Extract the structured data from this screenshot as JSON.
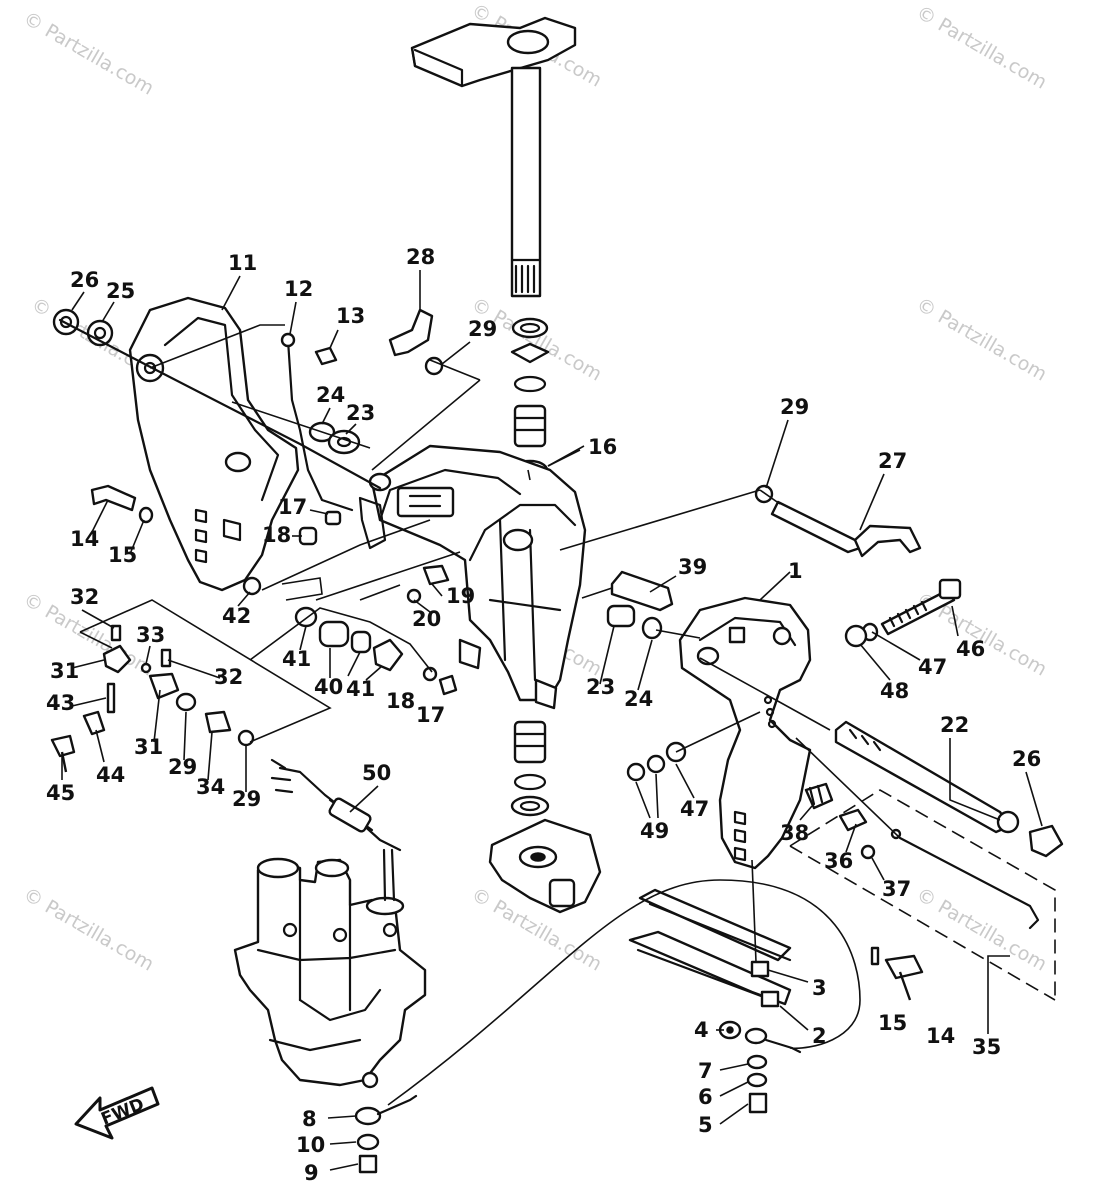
{
  "diagram": {
    "watermark_text": "© Partzilla.com",
    "direction_label": "FWD",
    "callouts": [
      {
        "id": "c1",
        "label": "1"
      },
      {
        "id": "c2",
        "label": "2"
      },
      {
        "id": "c3",
        "label": "3"
      },
      {
        "id": "c4",
        "label": "4"
      },
      {
        "id": "c5",
        "label": "5"
      },
      {
        "id": "c6",
        "label": "6"
      },
      {
        "id": "c7",
        "label": "7"
      },
      {
        "id": "c8",
        "label": "8"
      },
      {
        "id": "c9",
        "label": "9"
      },
      {
        "id": "c10",
        "label": "10"
      },
      {
        "id": "c11",
        "label": "11"
      },
      {
        "id": "c12",
        "label": "12"
      },
      {
        "id": "c13",
        "label": "13"
      },
      {
        "id": "c14a",
        "label": "14"
      },
      {
        "id": "c14b",
        "label": "14"
      },
      {
        "id": "c15a",
        "label": "15"
      },
      {
        "id": "c15b",
        "label": "15"
      },
      {
        "id": "c16",
        "label": "16"
      },
      {
        "id": "c17a",
        "label": "17"
      },
      {
        "id": "c17b",
        "label": "17"
      },
      {
        "id": "c18a",
        "label": "18"
      },
      {
        "id": "c18b",
        "label": "18"
      },
      {
        "id": "c19",
        "label": "19"
      },
      {
        "id": "c20",
        "label": "20"
      },
      {
        "id": "c22",
        "label": "22"
      },
      {
        "id": "c23a",
        "label": "23"
      },
      {
        "id": "c23b",
        "label": "23"
      },
      {
        "id": "c24a",
        "label": "24"
      },
      {
        "id": "c24b",
        "label": "24"
      },
      {
        "id": "c25",
        "label": "25"
      },
      {
        "id": "c26a",
        "label": "26"
      },
      {
        "id": "c26b",
        "label": "26"
      },
      {
        "id": "c27",
        "label": "27"
      },
      {
        "id": "c28",
        "label": "28"
      },
      {
        "id": "c29a",
        "label": "29"
      },
      {
        "id": "c29b",
        "label": "29"
      },
      {
        "id": "c29c",
        "label": "29"
      },
      {
        "id": "c29d",
        "label": "29"
      },
      {
        "id": "c31a",
        "label": "31"
      },
      {
        "id": "c31b",
        "label": "31"
      },
      {
        "id": "c32a",
        "label": "32"
      },
      {
        "id": "c32b",
        "label": "32"
      },
      {
        "id": "c33",
        "label": "33"
      },
      {
        "id": "c34",
        "label": "34"
      },
      {
        "id": "c35",
        "label": "35"
      },
      {
        "id": "c36",
        "label": "36"
      },
      {
        "id": "c37",
        "label": "37"
      },
      {
        "id": "c38",
        "label": "38"
      },
      {
        "id": "c39",
        "label": "39"
      },
      {
        "id": "c40",
        "label": "40"
      },
      {
        "id": "c41a",
        "label": "41"
      },
      {
        "id": "c41b",
        "label": "41"
      },
      {
        "id": "c42",
        "label": "42"
      },
      {
        "id": "c43",
        "label": "43"
      },
      {
        "id": "c44",
        "label": "44"
      },
      {
        "id": "c45",
        "label": "45"
      },
      {
        "id": "c46",
        "label": "46"
      },
      {
        "id": "c47a",
        "label": "47"
      },
      {
        "id": "c47b",
        "label": "47"
      },
      {
        "id": "c48",
        "label": "48"
      },
      {
        "id": "c49",
        "label": "49"
      },
      {
        "id": "c50",
        "label": "50"
      }
    ]
  }
}
